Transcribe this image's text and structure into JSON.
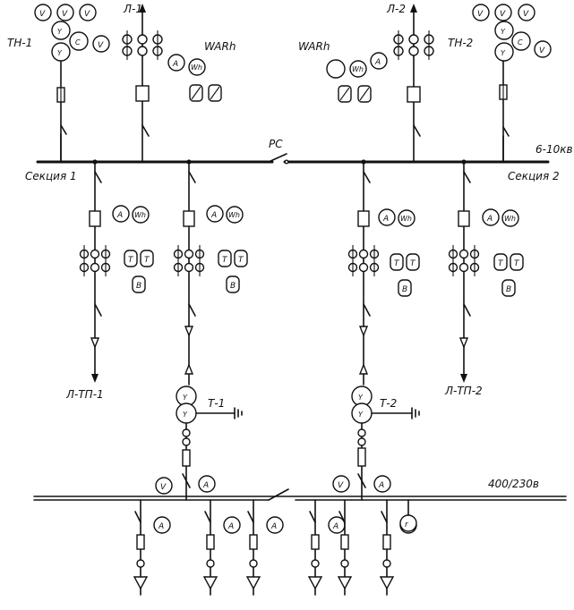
{
  "labels": {
    "tn1": "ТН-1",
    "tn2": "ТН-2",
    "l1": "Л-1",
    "l2": "Л-2",
    "warh1": "WARh",
    "warh2": "WARh",
    "rs": "РС",
    "hv_voltage": "6-10кв",
    "section1": "Секция 1",
    "section2": "Секция 2",
    "ltp1": "Л-ТП-1",
    "ltp2": "Л-ТП-2",
    "t1": "Т-1",
    "t2": "Т-2",
    "lv_voltage": "400/230в"
  },
  "meter_letters": {
    "v": "V",
    "a": "A",
    "wh": "Wh",
    "t": "T",
    "b": "B",
    "c": "C",
    "y": "Y",
    "r": "r"
  }
}
